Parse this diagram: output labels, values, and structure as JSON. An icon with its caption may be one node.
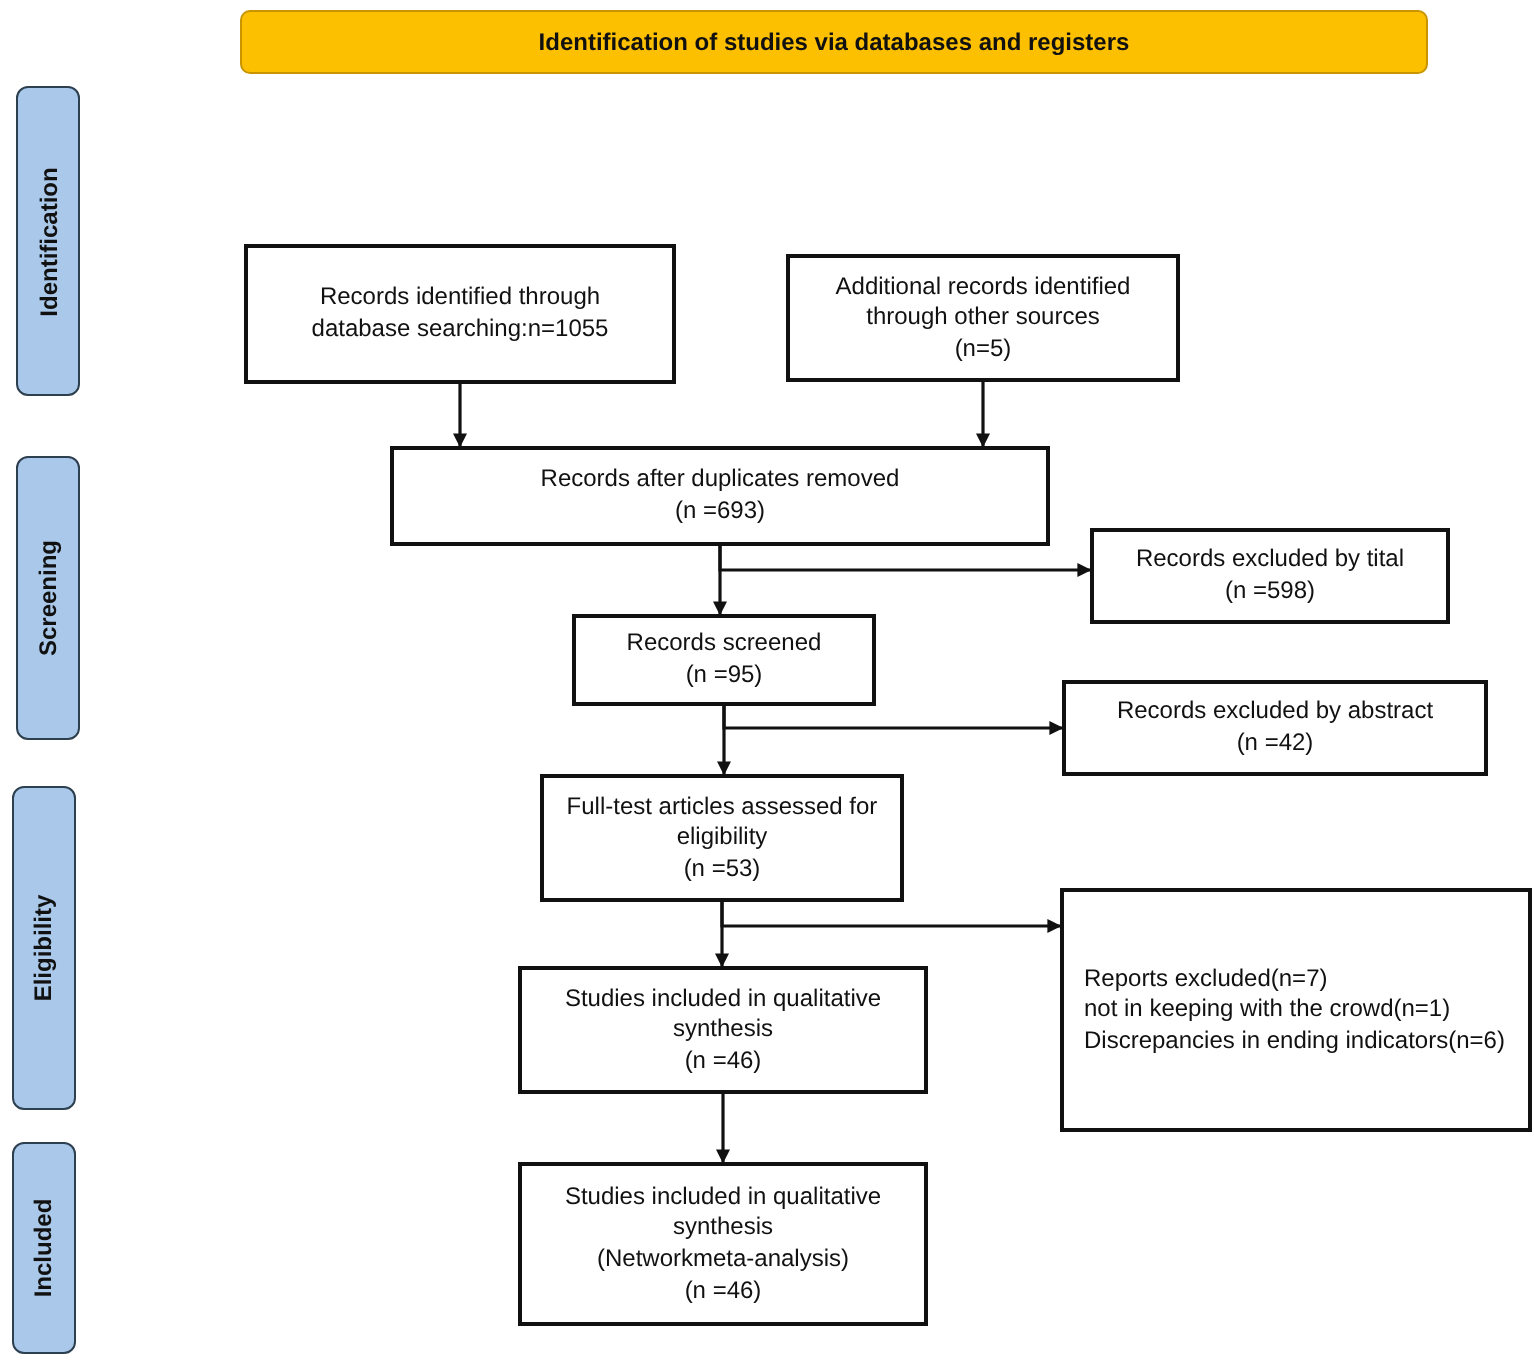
{
  "diagram": {
    "nodes": [
      {
        "text": [
          "Identification of studies via databases and registers"
        ]
      },
      {
        "text": [
          "Identification"
        ]
      },
      {
        "text": [
          "Screening"
        ]
      },
      {
        "text": [
          "Eligibility"
        ]
      },
      {
        "text": [
          "Included"
        ]
      },
      {
        "text": [
          "Records identified through database searching:n=1055"
        ]
      },
      {
        "text": [
          "Additional records identified through other sources",
          "(n=5)"
        ]
      },
      {
        "text": [
          "Records after duplicates removed",
          "(n =693)"
        ]
      },
      {
        "text": [
          "Records excluded by tital",
          "(n =598)"
        ]
      },
      {
        "text": [
          "Records screened",
          "(n =95)"
        ]
      },
      {
        "text": [
          "Records excluded by abstract",
          "(n =42)"
        ]
      },
      {
        "text": [
          "Full-test articles assessed for eligibility",
          "(n =53)"
        ]
      },
      {
        "text": [
          "Reports excluded(n=7)",
          "not in keeping with the crowd(n=1)",
          "Discrepancies in ending indicators(n=6)"
        ]
      },
      {
        "text": [
          "Studies included in qualitative synthesis",
          "(n =46)"
        ]
      },
      {
        "text": [
          "Studies included in qualitative synthesis",
          "(Networkmeta-analysis)",
          "(n =46)"
        ]
      }
    ],
    "edges": [
      {
        "from": 5,
        "to": 7,
        "arrow": "to"
      },
      {
        "from": 6,
        "to": 7,
        "arrow": "to"
      },
      {
        "from": 7,
        "to": 9,
        "arrow": "to"
      },
      {
        "from": 7,
        "to": 8,
        "arrow": "to"
      },
      {
        "from": 9,
        "to": 11,
        "arrow": "to"
      },
      {
        "from": 9,
        "to": 10,
        "arrow": "to"
      },
      {
        "from": 11,
        "to": 13,
        "arrow": "to"
      },
      {
        "from": 11,
        "to": 12,
        "arrow": "to"
      },
      {
        "from": 13,
        "to": 14,
        "arrow": "to"
      }
    ]
  }
}
